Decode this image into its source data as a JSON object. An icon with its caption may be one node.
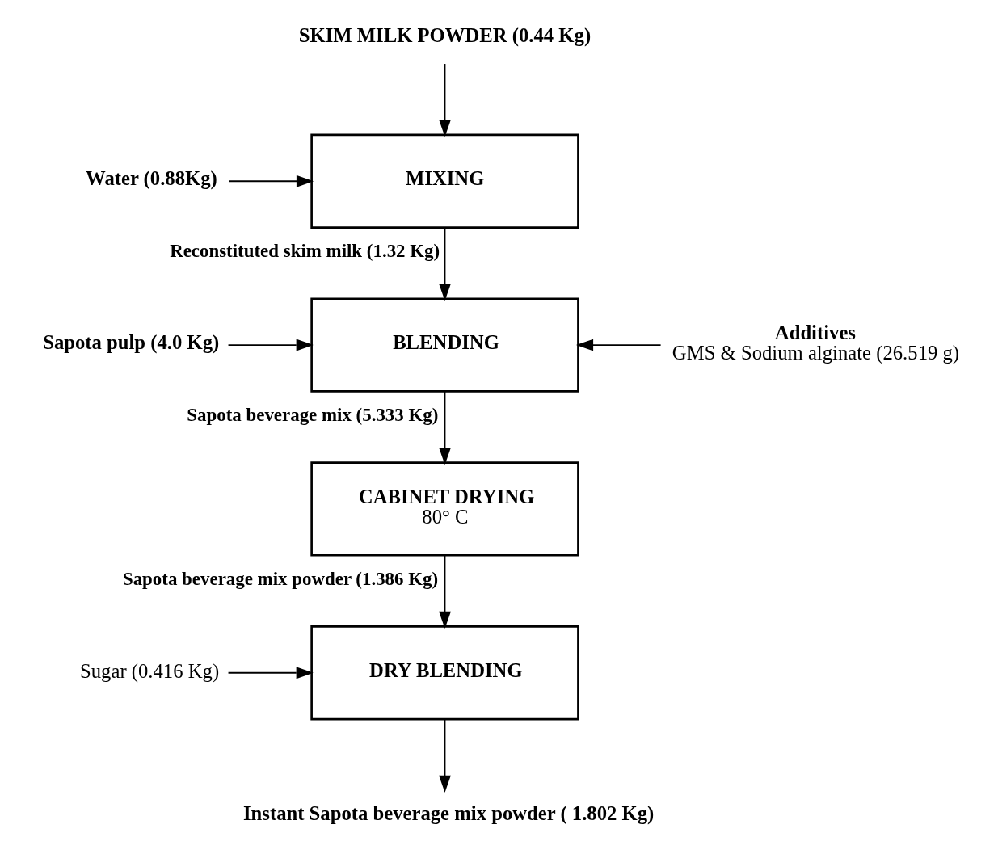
{
  "diagram": {
    "nodes": [
      {
        "text": [
          "SKIM MILK POWDER (0.44 Kg)"
        ]
      },
      {
        "text": [
          "MIXING"
        ]
      },
      {
        "text": [
          "Water (0.88Kg)"
        ]
      },
      {
        "text": [
          "BLENDING"
        ]
      },
      {
        "text": [
          "Sapota pulp (4.0 Kg)"
        ]
      },
      {
        "text": [
          "Additives",
          "GMS & Sodium alginate (26.519 g)"
        ]
      },
      {
        "text": [
          "CABINET DRYING",
          "80° C"
        ]
      },
      {
        "text": [
          "DRY BLENDING"
        ]
      },
      {
        "text": [
          "Sugar (0.416 Kg)"
        ]
      },
      {
        "text": [
          "Instant Sapota beverage mix powder ( 1.802 Kg)"
        ]
      }
    ],
    "edges": [
      {
        "from": 0,
        "to": 1,
        "arrow": "to"
      },
      {
        "from": 2,
        "to": 1,
        "arrow": "to"
      },
      {
        "from": 1,
        "to": 3,
        "arrow": "to",
        "label": "Reconstituted skim milk (1.32 Kg)"
      },
      {
        "from": 4,
        "to": 3,
        "arrow": "to"
      },
      {
        "from": 5,
        "to": 3,
        "arrow": "to"
      },
      {
        "from": 3,
        "to": 6,
        "arrow": "to",
        "label": "Sapota beverage mix (5.333 Kg)"
      },
      {
        "from": 6,
        "to": 7,
        "arrow": "to",
        "label": "Sapota beverage mix powder (1.386 Kg)"
      },
      {
        "from": 8,
        "to": 7,
        "arrow": "to"
      },
      {
        "from": 7,
        "to": 9,
        "arrow": "to"
      }
    ]
  }
}
